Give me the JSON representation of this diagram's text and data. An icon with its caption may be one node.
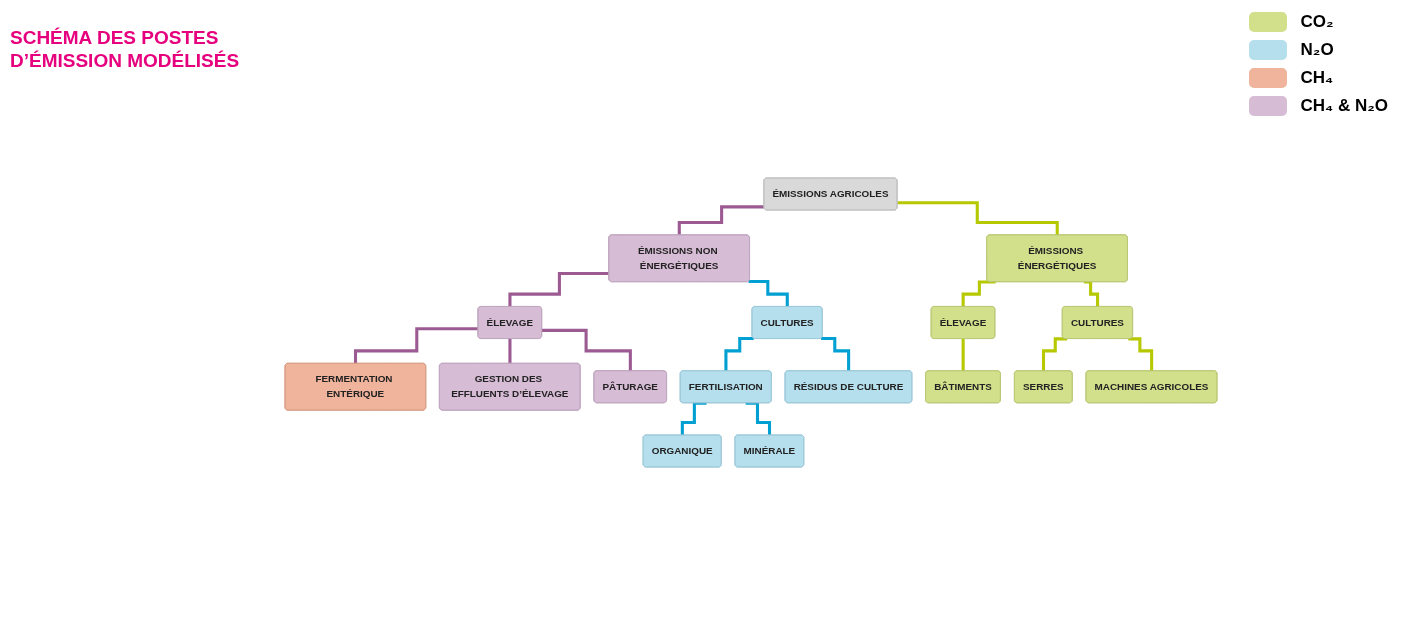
{
  "diagram": {
    "title": "SCHÉMA DES POSTES D’ÉMISSION MODÉLISÉS",
    "nodes": [
      {
        "text": [
          "ÉMISSIONS AGRICOLES"
        ]
      },
      {
        "text": [
          "ÉMISSIONS NON ÉNERGÉTIQUES"
        ]
      },
      {
        "text": [
          "ÉMISSIONS ÉNERGÉTIQUES"
        ]
      },
      {
        "text": [
          "ÉLEVAGE"
        ]
      },
      {
        "text": [
          "CULTURES"
        ]
      },
      {
        "text": [
          "ÉLEVAGE"
        ]
      },
      {
        "text": [
          "CULTURES"
        ]
      },
      {
        "text": [
          "FERMENTATION ENTÉRIQUE"
        ]
      },
      {
        "text": [
          "GESTION DES EFFLUENTS D’ÉLEVAGE"
        ]
      },
      {
        "text": [
          "PÂTURAGE"
        ]
      },
      {
        "text": [
          "FERTILISATION"
        ]
      },
      {
        "text": [
          "RÉSIDUS DE CULTURE"
        ]
      },
      {
        "text": [
          "BÂTIMENTS"
        ]
      },
      {
        "text": [
          "SERRES"
        ]
      },
      {
        "text": [
          "MACHINES AGRICOLES"
        ]
      },
      {
        "text": [
          "ORGANIQUE"
        ]
      },
      {
        "text": [
          "MINÉRALE"
        ]
      }
    ],
    "edges": [
      {
        "from": 0,
        "to": 1,
        "arrow": "none",
        "color": "#9b5a92"
      },
      {
        "from": 0,
        "to": 2,
        "arrow": "none",
        "color": "#b5c800"
      },
      {
        "from": 1,
        "to": 3,
        "arrow": "none",
        "color": "#9b5a92"
      },
      {
        "from": 1,
        "to": 4,
        "arrow": "none",
        "color": "#00a0d2"
      },
      {
        "from": 2,
        "to": 5,
        "arrow": "none",
        "color": "#b5c800"
      },
      {
        "from": 2,
        "to": 6,
        "arrow": "none",
        "color": "#b5c800"
      },
      {
        "from": 3,
        "to": 7,
        "arrow": "none",
        "color": "#9b5a92"
      },
      {
        "from": 3,
        "to": 8,
        "arrow": "none",
        "color": "#9b5a92"
      },
      {
        "from": 3,
        "to": 9,
        "arrow": "none",
        "color": "#9b5a92"
      },
      {
        "from": 4,
        "to": 10,
        "arrow": "none",
        "color": "#00a0d2"
      },
      {
        "from": 4,
        "to": 11,
        "arrow": "none",
        "color": "#00a0d2"
      },
      {
        "from": 5,
        "to": 12,
        "arrow": "none",
        "color": "#b5c800"
      },
      {
        "from": 6,
        "to": 13,
        "arrow": "none",
        "color": "#b5c800"
      },
      {
        "from": 6,
        "to": 14,
        "arrow": "none",
        "color": "#b5c800"
      },
      {
        "from": 10,
        "to": 15,
        "arrow": "none",
        "color": "#00a0d2"
      },
      {
        "from": 10,
        "to": 16,
        "arrow": "none",
        "color": "#00a0d2"
      }
    ],
    "legend": [
      {
        "text": "CO₂",
        "color": "#d2e08c"
      },
      {
        "text": "N₂O",
        "color": "#b5dfed"
      },
      {
        "text": "CH₄",
        "color": "#f0b49c"
      },
      {
        "text": "CH₄ & N₂O",
        "color": "#d7bcd6"
      }
    ]
  }
}
